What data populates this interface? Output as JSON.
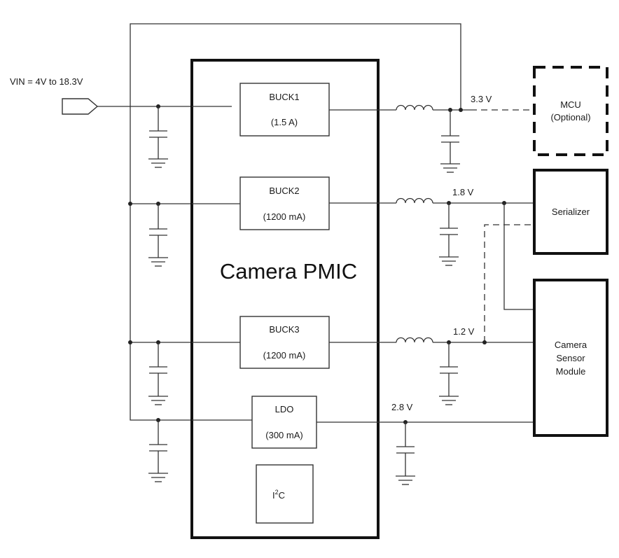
{
  "input_label": "VIN = 4V to 18.3V",
  "pmic_label": "Camera PMIC",
  "blocks": {
    "buck1": {
      "name": "BUCK1",
      "rating": "(1.5 A)"
    },
    "buck2": {
      "name": "BUCK2",
      "rating": "(1200 mA)"
    },
    "buck3": {
      "name": "BUCK3",
      "rating": "(1200 mA)"
    },
    "ldo": {
      "name": "LDO",
      "rating": "(300 mA)"
    },
    "i2c": {
      "base": "I",
      "sup": "2",
      "tail": "C"
    }
  },
  "rails": {
    "buck1": "3.3 V",
    "buck2": "1.8 V",
    "buck3": "1.2 V",
    "ldo": "2.8 V"
  },
  "loads": {
    "mcu": [
      "MCU",
      "(Optional)"
    ],
    "serializer": "Serializer",
    "sensor": [
      "Camera",
      "Sensor",
      "Module"
    ]
  },
  "colors": {
    "stroke": "#333333",
    "heavy": "#111111"
  }
}
